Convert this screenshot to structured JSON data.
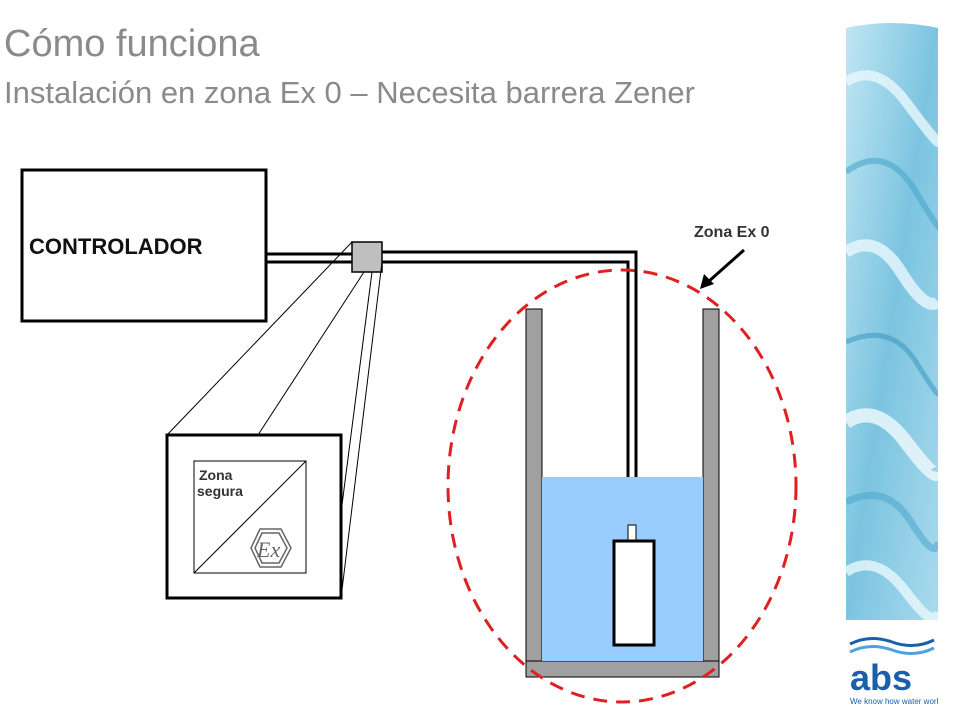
{
  "header": {
    "title": "Cómo funciona",
    "subtitle": "Instalación en zona Ex 0 – Necesita barrera Zener"
  },
  "diagram": {
    "controller_label": "CONTROLADOR",
    "zone_label": "Zona Ex 0",
    "safe_zone_label_line1": "Zona",
    "safe_zone_label_line2": "segura",
    "ex_symbol_text": "Ex",
    "colors": {
      "zone_boundary": "#e02020",
      "water": "#99ccff",
      "tank_wall": "#a0a0a0",
      "header_text": "#8a8a8a"
    }
  },
  "branding": {
    "logo_text": "abs",
    "tagline": "We know how water works",
    "logo_color": "#1a5fa8"
  }
}
